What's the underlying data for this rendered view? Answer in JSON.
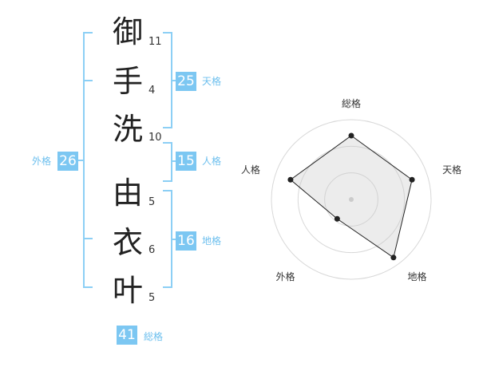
{
  "name": {
    "surname": [
      {
        "char": "御",
        "strokes": "11"
      },
      {
        "char": "手",
        "strokes": "4"
      },
      {
        "char": "洗",
        "strokes": "10"
      }
    ],
    "given": [
      {
        "char": "由",
        "strokes": "5"
      },
      {
        "char": "衣",
        "strokes": "6"
      },
      {
        "char": "叶",
        "strokes": "5"
      }
    ]
  },
  "kakusu": {
    "tenkaku": {
      "value": "25",
      "label": "天格"
    },
    "jinkaku": {
      "value": "15",
      "label": "人格"
    },
    "chikaku": {
      "value": "16",
      "label": "地格"
    },
    "gaikaku": {
      "value": "26",
      "label": "外格"
    },
    "soukaku": {
      "value": "41",
      "label": "総格"
    }
  },
  "colors": {
    "bracket": "#8ccff5",
    "badge": "#7cc7f2",
    "label": "#6cbfee",
    "text": "#222222"
  },
  "chart_data": {
    "type": "radar",
    "axes": [
      "総格",
      "天格",
      "地格",
      "外格",
      "人格"
    ],
    "values": [
      0.8,
      0.8,
      0.9,
      0.3,
      0.8
    ],
    "range": [
      0,
      1
    ],
    "rings": 3,
    "grid": true
  }
}
